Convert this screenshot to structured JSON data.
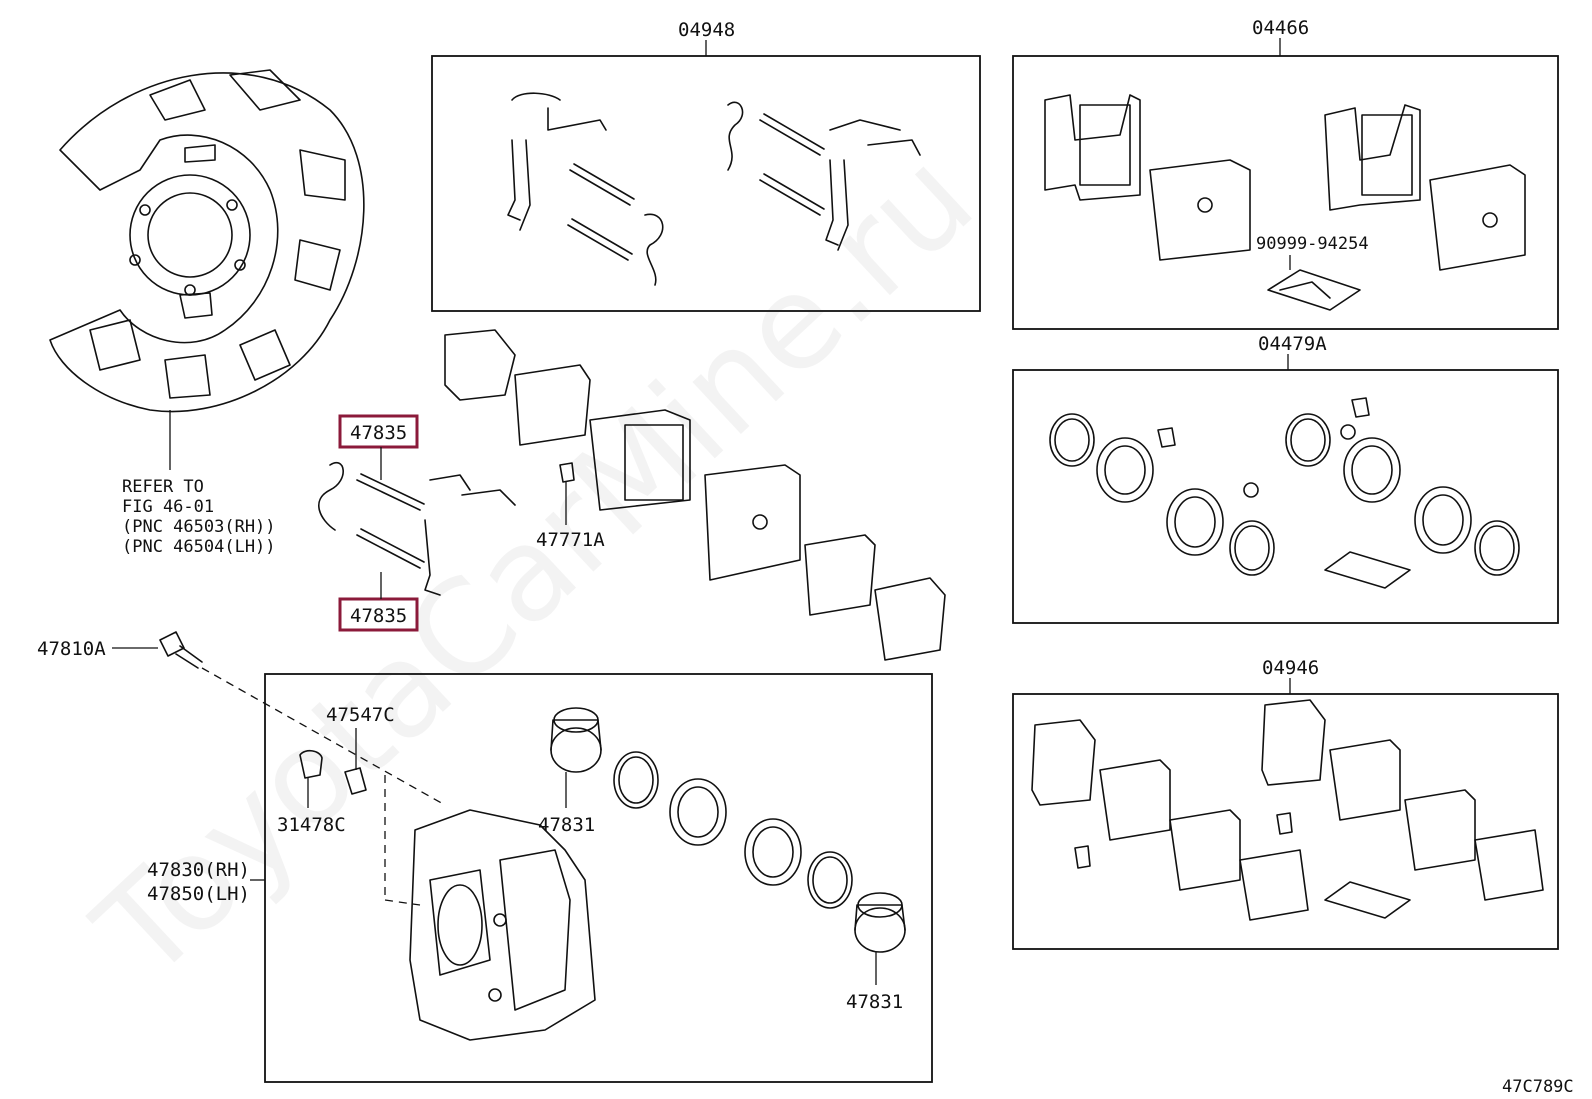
{
  "watermark": "ToyotaCarMine.ru",
  "figure_code": "47C789C",
  "colors": {
    "highlight": "#8b1a3a",
    "line": "#111111"
  },
  "boxes": {
    "b04948": "04948",
    "b04466": "04466",
    "b04479A": "04479A",
    "b04946": "04946"
  },
  "labels": {
    "p90999": "90999-94254",
    "p47835_top": "47835",
    "p47835_bottom": "47835",
    "p47771A": "47771A",
    "p47810A": "47810A",
    "p47547C": "47547C",
    "p31478C": "31478C",
    "p47831_a": "47831",
    "p47831_b": "47831",
    "p47830": "47830(RH)",
    "p47850": "47850(LH)"
  },
  "refer": {
    "line1": "REFER TO",
    "line2": "FIG 46-01",
    "line3": "(PNC 46503(RH))",
    "line4": "(PNC 46504(LH))"
  }
}
